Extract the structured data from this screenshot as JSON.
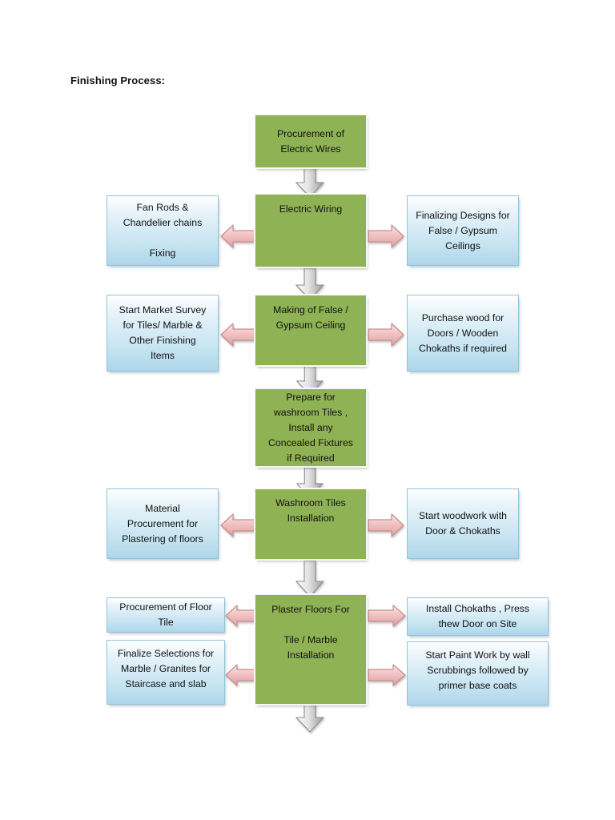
{
  "page": {
    "heading": "Finishing Process:",
    "background_color": "#ffffff"
  },
  "palette": {
    "green_fill": "#8fb254",
    "green_border": "#f2f2f2",
    "blue_fill_top": "#ffffff",
    "blue_fill_bottom": "#aed6ea",
    "blue_border": "#8fc4dd",
    "pink_arrow_fill": "#f0bfbf",
    "pink_arrow_border": "#c98a8a",
    "gray_arrow_fill": "#d9d9d9",
    "gray_arrow_border": "#808080",
    "text_color": "#111111"
  },
  "chart_data": {
    "type": "diagram",
    "title": "Finishing Process:",
    "orientation": "top-to-bottom",
    "main_chain": [
      "Procurement of Electric Wires",
      "Electric Wiring",
      "Making of False / Gypsum Ceiling",
      "Prepare for washroom Tiles , Install any Concealed Fixtures if Required",
      "Washroom Tiles Installation",
      "Plaster Floors For Tile / Marble Installation"
    ],
    "branches": [
      {
        "from": "Electric Wiring",
        "left": "Fan Rods & Chandelier chains Fixing",
        "right": "Finalizing Designs for False / Gypsum Ceilings"
      },
      {
        "from": "Making of False / Gypsum Ceiling",
        "left": "Start Market Survey for Tiles/ Marble & Other Finishing Items",
        "right": "Purchase wood for Doors / Wooden Chokaths if required"
      },
      {
        "from": "Washroom Tiles Installation",
        "left": "Material Procurement for Plastering of floors",
        "right": "Start woodwork with Door & Chokaths"
      },
      {
        "from": "Plaster Floors For Tile / Marble Installation",
        "left": "Procurement of Floor Tile",
        "right": "Install Chokaths , Press thew Door on Site"
      },
      {
        "from": "Plaster Floors For Tile / Marble Installation",
        "left": "Finalize Selections for Marble / Granites for Staircase and slab",
        "right": "Start Paint Work by wall Scrubbings followed by primer base coats"
      }
    ]
  },
  "nodes": {
    "procurement_wires": {
      "lines": [
        "Procurement of",
        "Electric Wires"
      ]
    },
    "electric_wiring": {
      "lines": [
        "Electric Wiring"
      ]
    },
    "fan_rods": {
      "lines": [
        "Fan Rods &",
        "Chandelier chains",
        "",
        "Fixing"
      ]
    },
    "finalizing_designs": {
      "lines": [
        "Finalizing Designs for",
        "False / Gypsum",
        "Ceilings"
      ]
    },
    "making_false_ceiling": {
      "lines": [
        "Making of False /",
        "Gypsum Ceiling"
      ]
    },
    "market_survey": {
      "lines": [
        "Start Market Survey",
        "for Tiles/ Marble &",
        "Other Finishing",
        "Items"
      ]
    },
    "purchase_wood": {
      "lines": [
        "Purchase wood for",
        "Doors / Wooden",
        "Chokaths if required"
      ]
    },
    "prepare_washroom": {
      "lines": [
        "Prepare for",
        "washroom Tiles ,",
        "Install any",
        "Concealed Fixtures",
        "if Required"
      ]
    },
    "washroom_tiles": {
      "lines": [
        "Washroom Tiles",
        "Installation"
      ]
    },
    "material_procurement": {
      "lines": [
        "Material",
        "Procurement for",
        "Plastering of floors"
      ]
    },
    "start_woodwork": {
      "lines": [
        "Start woodwork with",
        "Door & Chokaths"
      ]
    },
    "plaster_floors": {
      "lines": [
        "Plaster Floors For",
        "",
        "Tile / Marble",
        "Installation"
      ]
    },
    "procurement_floor_tile": {
      "lines": [
        "Procurement of Floor",
        "Tile"
      ]
    },
    "finalize_selections": {
      "lines": [
        "Finalize Selections for",
        "Marble / Granites for",
        "Staircase and slab"
      ]
    },
    "install_chokaths": {
      "lines": [
        "Install Chokaths , Press",
        "thew Door on Site"
      ]
    },
    "start_paint_work": {
      "lines": [
        "Start Paint Work by wall",
        "Scrubbings followed by",
        "primer base coats"
      ]
    }
  },
  "connectors": {
    "down_arrows": 6,
    "left_arrows": 5,
    "right_arrows": 5
  }
}
